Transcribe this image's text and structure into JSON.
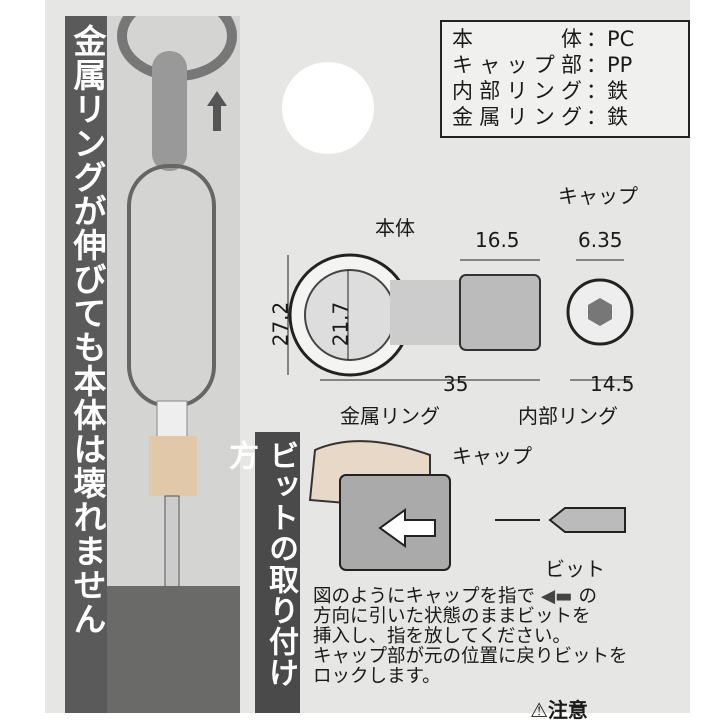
{
  "left_banner": "金属リングが伸びても本体は壊れません",
  "right_banner": "ビットの取り付け方",
  "specs": [
    {
      "part": "本　体",
      "material": "PC"
    },
    {
      "part": "キャップ部",
      "material": "PP"
    },
    {
      "part": "内部リング",
      "material": "鉄"
    },
    {
      "part": "金属リング",
      "material": "鉄"
    }
  ],
  "diagram": {
    "cap": "キャップ",
    "body": "本体",
    "d1": "16.5",
    "d2": "6.35",
    "d3": "27.2",
    "d4": "21.7",
    "d5": "35",
    "d6": "14.5",
    "metal_ring": "金属リング",
    "inner_ring": "内部リング"
  },
  "install": {
    "cap": "キャップ",
    "bit": "ビット"
  },
  "instructions": [
    "図のようにキャップを指で",
    "の",
    "方向に引いた状態のままビットを",
    "挿入し、指を放してください。",
    "キャップ部が元の位置に戻りビットを",
    "ロックします。"
  ],
  "caution": "⚠注意"
}
